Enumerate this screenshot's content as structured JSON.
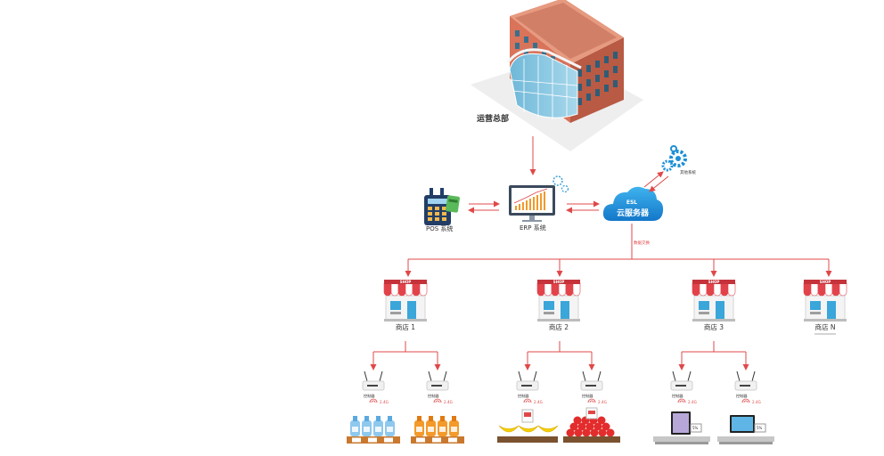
{
  "hq": {
    "label": "运营总部"
  },
  "pos": {
    "label": "POS 系统"
  },
  "erp": {
    "label": "ERP 系统"
  },
  "cloud": {
    "badge": "ESL",
    "label": "云服务器"
  },
  "other_system": {
    "label": "其他系统"
  },
  "data_exchange": {
    "label": "数据交换"
  },
  "stores": [
    {
      "label": "商店 1",
      "sign": "SHOP"
    },
    {
      "label": "商店 2",
      "sign": "SHOP"
    },
    {
      "label": "商店 3",
      "sign": "SHOP"
    },
    {
      "label": "商店 N",
      "sign": "SHOP"
    }
  ],
  "controller": {
    "label": "控制器",
    "freq": "2.4G"
  },
  "tags": {
    "discount": "5%"
  },
  "colors": {
    "arrow": "#e04848",
    "cloud": "#1b8fd6",
    "awning": "#e2434b",
    "building": "#e08a6a"
  }
}
